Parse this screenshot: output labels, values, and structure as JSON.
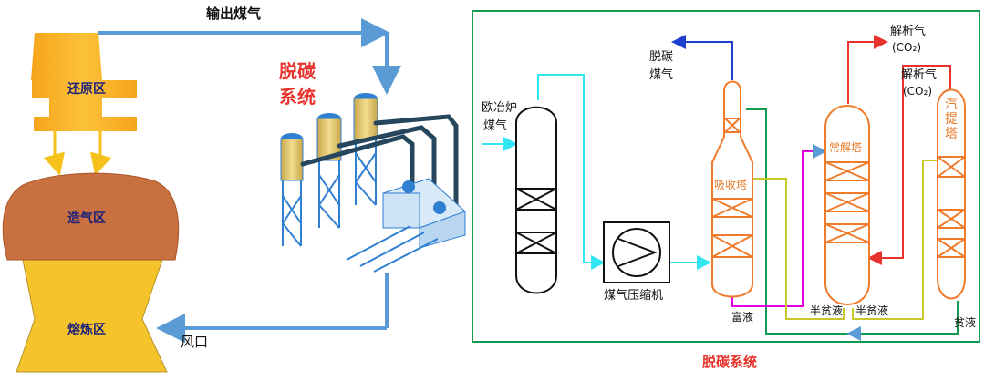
{
  "left": {
    "output_gas": "输出煤气",
    "decarb_title": [
      "脱碳",
      "系统"
    ],
    "reduction_zone": "还原区",
    "gas_making_zone": "造气区",
    "smelting_zone": "熔炼区",
    "tuyere": "风口"
  },
  "right": {
    "ouye_gas": [
      "欧冶炉",
      "煤气"
    ],
    "decarb_gas": [
      "脱碳",
      "煤气"
    ],
    "desorb_gas_1": [
      "解析气",
      "(CO₂)"
    ],
    "desorb_gas_2": [
      "解析气",
      "(CO₂)"
    ],
    "absorber": "吸收塔",
    "flash_tower": "常解塔",
    "stripper": "汽提塔",
    "compressor": "煤气压缩机",
    "rich_liquid": "富液",
    "semi_lean_1": "半贫液",
    "semi_lean_2": "半贫液",
    "lean_liquid": "贫液",
    "caption": "脱碳系统"
  },
  "colors": {
    "flow_blue": "#5b9bd5",
    "furnace_orange": "#f6a41a",
    "gas_zone_brown": "#c8703f",
    "smelt_yellow": "#f5c32a",
    "cyan": "#31e6f0",
    "dark_blue": "#1c3fd0",
    "green": "#129a50",
    "red": "#e8322b",
    "magenta": "#e000e0",
    "olive": "#c8c82a",
    "tower_orange": "#f07b2a"
  }
}
